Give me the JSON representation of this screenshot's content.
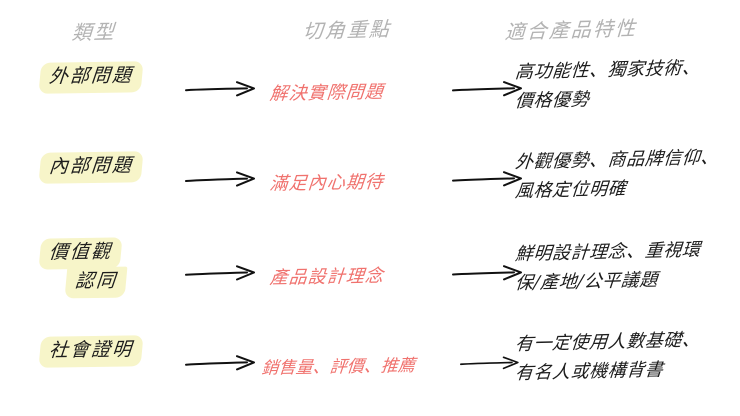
{
  "headers": {
    "type": "類型",
    "focus": "切角重點",
    "traits": "適合產品特性"
  },
  "colors": {
    "highlight": "#f7f5c9",
    "header_gray": "#b3b3b3",
    "focus_red": "#f0726e",
    "ink": "#1d1d1d",
    "background": "#ffffff"
  },
  "arrow_icon": "right-arrow-icon",
  "rows": [
    {
      "type_lines": [
        "外部問題"
      ],
      "focus": "解決實際問題",
      "trait_lines": [
        "高功能性、獨家技術、",
        "價格優勢"
      ]
    },
    {
      "type_lines": [
        "內部問題"
      ],
      "focus": "滿足內心期待",
      "trait_lines": [
        "外觀優勢、商品牌信仰、",
        "風格定位明確"
      ]
    },
    {
      "type_lines": [
        "價值觀",
        "認同"
      ],
      "focus": "產品設計理念",
      "trait_lines": [
        "鮮明設計理念、重視環",
        "保/產地/公平議題"
      ]
    },
    {
      "type_lines": [
        "社會證明"
      ],
      "focus": "銷售量、評價、推薦",
      "trait_lines": [
        "有一定使用人數基礎、",
        "有名人或機構背書"
      ]
    }
  ]
}
